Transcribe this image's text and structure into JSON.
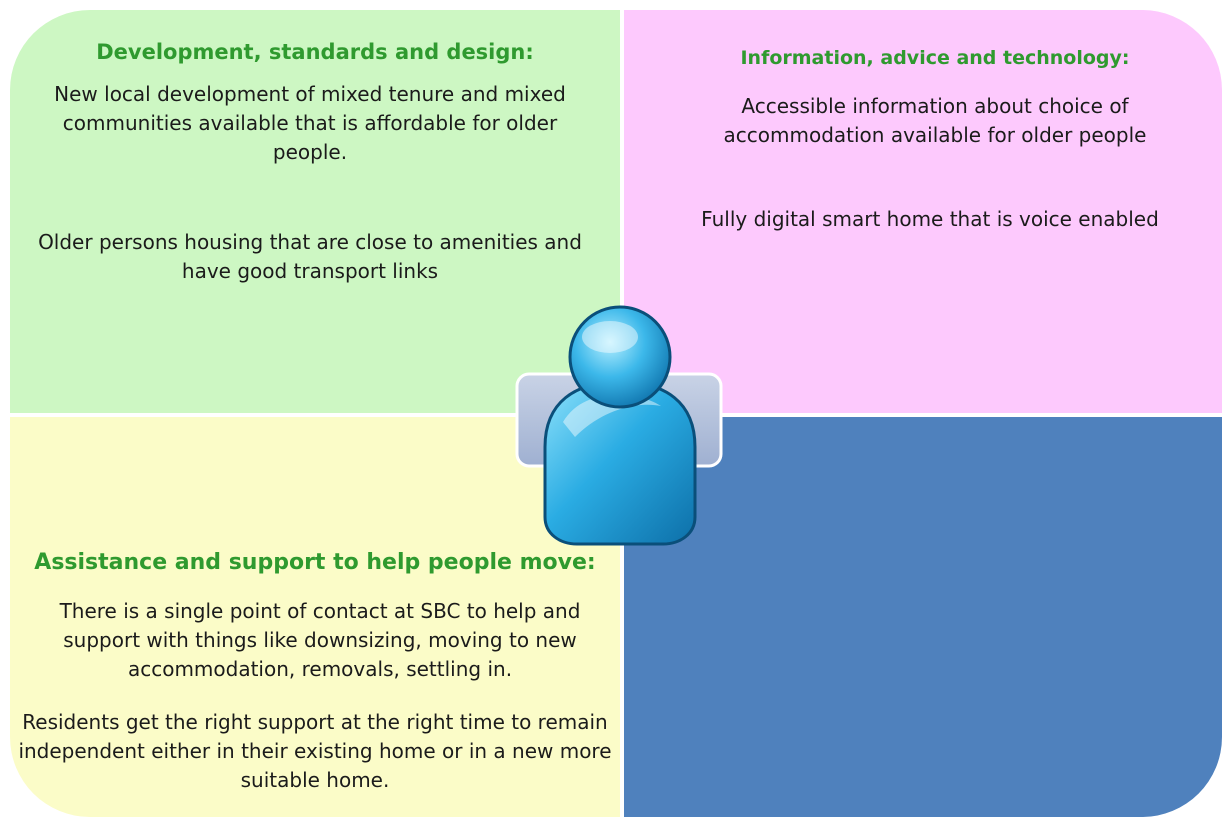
{
  "colors": {
    "development_quadrant": "#cdf7c3",
    "information_quadrant": "#fdc9fd",
    "assistance_quadrant": "#fbfcc8",
    "empty_quadrant": "#4f81bd",
    "heading_text": "#2f9a2f",
    "person_icon": "#29a9df"
  },
  "icons": {
    "center": "person-icon"
  },
  "development": {
    "heading": "Development, standards and design:",
    "paragraph_1": "New local development of mixed tenure and mixed communities available that is affordable for older people.",
    "paragraph_2": "Older persons housing that are close to amenities and have good transport links"
  },
  "information": {
    "heading": "Information, advice and technology:",
    "paragraph_1": "Accessible information about choice of accommodation available for older people",
    "paragraph_2": "Fully digital smart home that is voice enabled"
  },
  "assistance": {
    "heading": "Assistance and support to help people move:",
    "paragraph_1": "There is a single point of contact at SBC to help and support with things like downsizing, moving to new accommodation, removals, settling in.",
    "paragraph_2": "Residents get the right support at the right time to remain independent either in their existing home or in a new more suitable home."
  }
}
